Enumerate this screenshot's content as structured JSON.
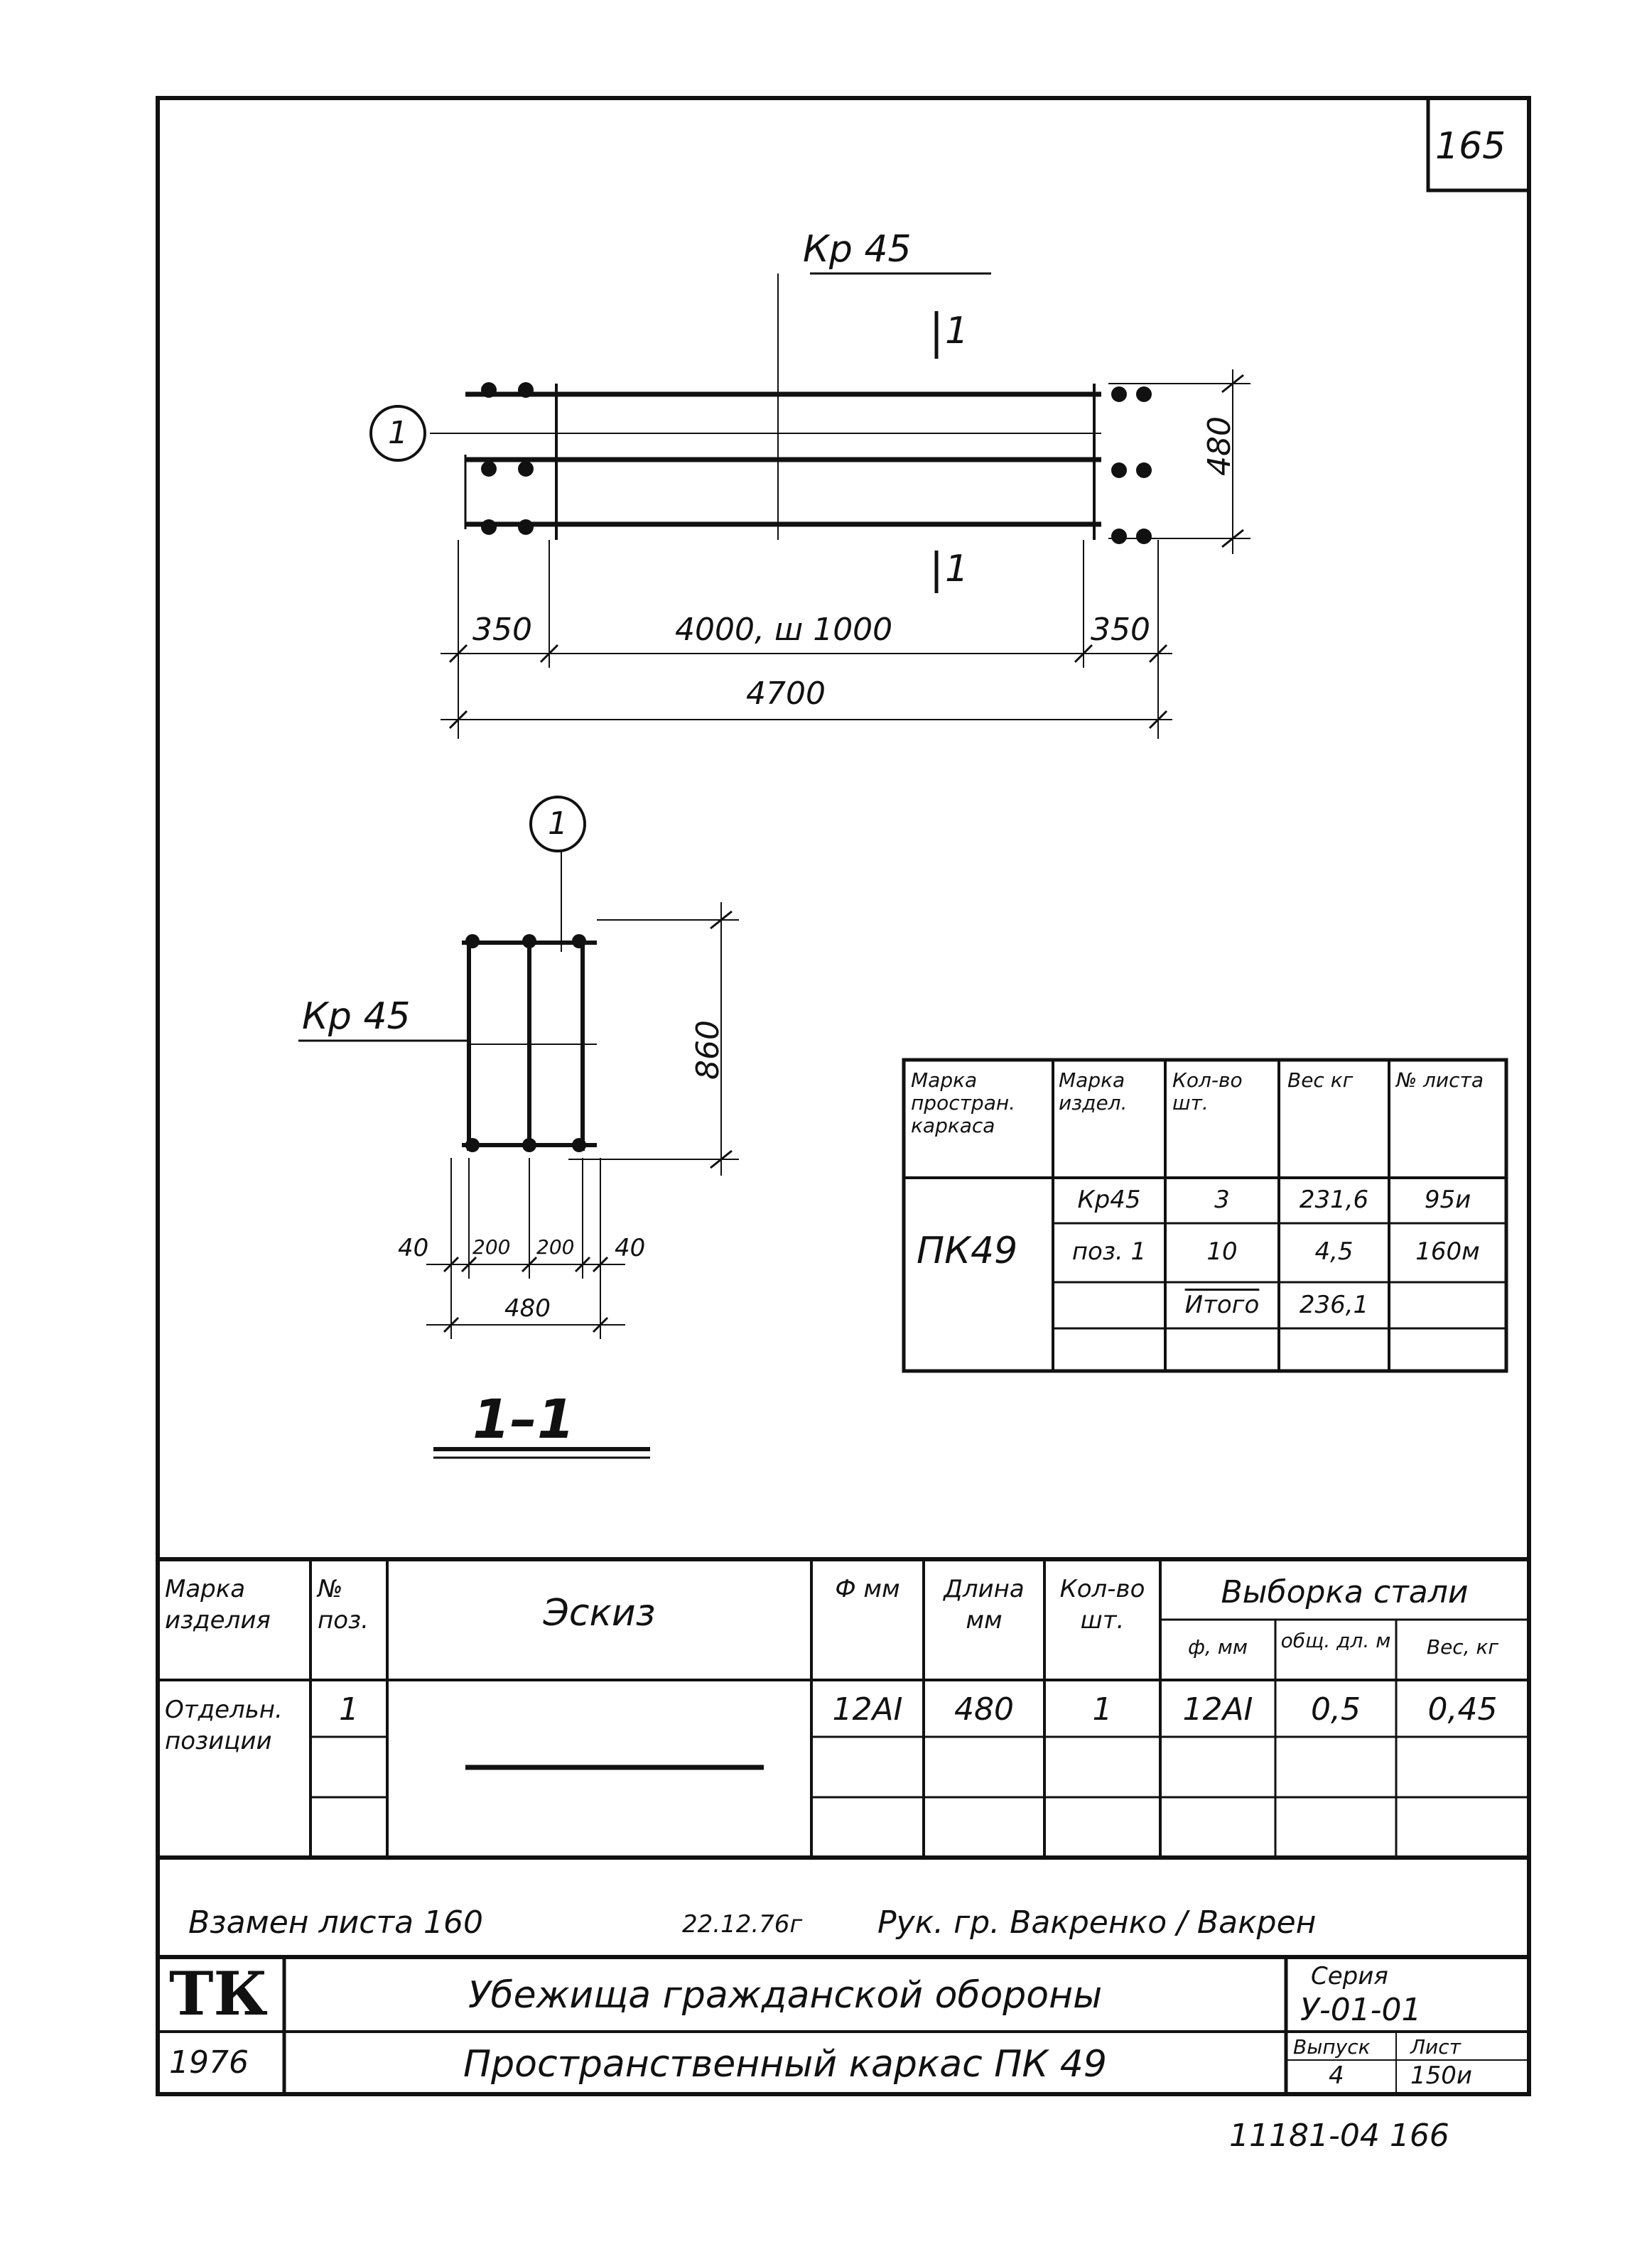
{
  "sheet_number": "165",
  "elevation": {
    "frame_label": "Кр 45",
    "section_mark_top": "1",
    "section_mark_bottom": "1",
    "position_callout": "1",
    "dim_height": "480",
    "dim_left": "350",
    "dim_middle": "4000, ш 1000",
    "dim_right": "350",
    "dim_total": "4700"
  },
  "section": {
    "position_callout": "1",
    "frame_label": "Кр 45",
    "dim_height": "860",
    "dim_parts": [
      "40",
      "200",
      "200",
      "40"
    ],
    "dim_total": "480",
    "title": "1–1"
  },
  "spec_table": {
    "headers": [
      "Марка простран. каркаса",
      "Марка издел.",
      "Кол-во шт.",
      "Вес кг",
      "№ листа"
    ],
    "frame_mark": "ПК49",
    "rows": [
      [
        "Кр45",
        "3",
        "231,6",
        "95и"
      ],
      [
        "поз. 1",
        "10",
        "4,5",
        "160м"
      ],
      [
        "",
        "Итого",
        "236,1",
        ""
      ],
      [
        "",
        "",
        "",
        ""
      ]
    ]
  },
  "steel_table": {
    "headers": {
      "mark": "Марка изделия",
      "pos": "№ поз.",
      "sketch": "Эскиз",
      "dia": "Ф мм",
      "length": "Длина мм",
      "qty": "Кол-во шт.",
      "steel": "Выборка стали",
      "steel_dia": "ф, мм",
      "steel_len": "общ. дл. м",
      "steel_weight": "Вес, кг"
    },
    "row": {
      "mark": "Отдельн. позиции",
      "pos": "1",
      "dia": "12AI",
      "length": "480",
      "qty": "1",
      "steel_dia": "12AI",
      "steel_len": "0,5",
      "steel_weight": "0,45"
    }
  },
  "note": {
    "left": "Взамен листа 160",
    "date": "22.12.76г",
    "right": "Рук. гр. Вакренко / Вакрен"
  },
  "title_block": {
    "org": "ТК",
    "year": "1976",
    "line1": "Убежища гражданской обороны",
    "line2": "Пространственный каркас ПК 49",
    "series_label": "Серия",
    "series": "У-01-01",
    "issue_label": "Выпуск",
    "issue": "4",
    "sheet_label": "Лист",
    "sheet": "150и"
  },
  "footer_code": "11181-04 166"
}
